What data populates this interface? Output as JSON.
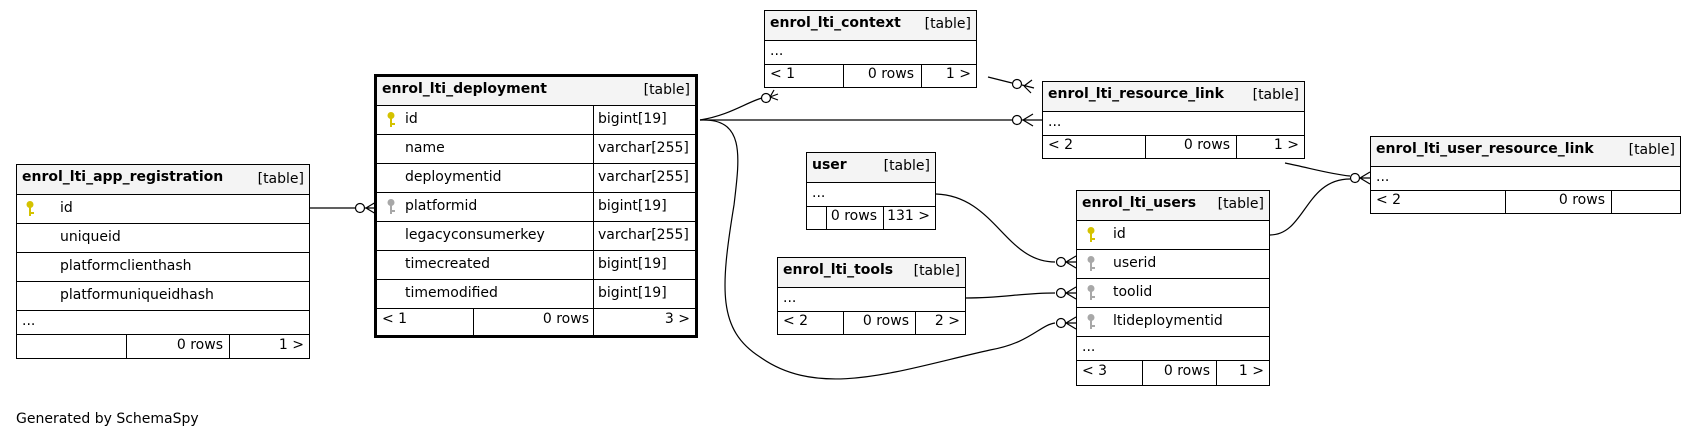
{
  "footer": "Generated by SchemaSpy",
  "tables": {
    "app_registration": {
      "name": "enrol_lti_app_registration",
      "tag": "[table]",
      "columns": [
        "id",
        "uniqueid",
        "platformclienthash",
        "platformuniqueidhash"
      ],
      "more": "...",
      "foot": {
        "left": "",
        "mid": "0 rows",
        "right": "1 >"
      }
    },
    "deployment": {
      "name": "enrol_lti_deployment",
      "tag": "[table]",
      "columns": [
        {
          "name": "id",
          "type": "bigint[19]"
        },
        {
          "name": "name",
          "type": "varchar[255]"
        },
        {
          "name": "deploymentid",
          "type": "varchar[255]"
        },
        {
          "name": "platformid",
          "type": "bigint[19]"
        },
        {
          "name": "legacyconsumerkey",
          "type": "varchar[255]"
        },
        {
          "name": "timecreated",
          "type": "bigint[19]"
        },
        {
          "name": "timemodified",
          "type": "bigint[19]"
        }
      ],
      "foot": {
        "left": "< 1",
        "mid": "0 rows",
        "right": "3 >"
      }
    },
    "context": {
      "name": "enrol_lti_context",
      "tag": "[table]",
      "more": "...",
      "foot": {
        "left": "< 1",
        "mid": "0 rows",
        "right": "1 >"
      }
    },
    "resource_link": {
      "name": "enrol_lti_resource_link",
      "tag": "[table]",
      "more": "...",
      "foot": {
        "left": "< 2",
        "mid": "0 rows",
        "right": "1 >"
      }
    },
    "user_resource_link": {
      "name": "enrol_lti_user_resource_link",
      "tag": "[table]",
      "more": "...",
      "foot": {
        "left": "< 2",
        "mid": "0 rows",
        "right": ""
      }
    },
    "user": {
      "name": "user",
      "tag": "[table]",
      "more": "...",
      "foot": {
        "left": "",
        "mid": "0 rows",
        "right": "131 >"
      }
    },
    "tools": {
      "name": "enrol_lti_tools",
      "tag": "[table]",
      "more": "...",
      "foot": {
        "left": "< 2",
        "mid": "0 rows",
        "right": "2 >"
      }
    },
    "users": {
      "name": "enrol_lti_users",
      "tag": "[table]",
      "columns": [
        "id",
        "userid",
        "toolid",
        "ltideploymentid"
      ],
      "more": "...",
      "foot": {
        "left": "< 3",
        "mid": "0 rows",
        "right": "1 >"
      }
    }
  },
  "colors": {
    "primary_key": "#d4c200",
    "foreign_key": "#a8a8a8",
    "header_bg": "#f4f4f4"
  }
}
